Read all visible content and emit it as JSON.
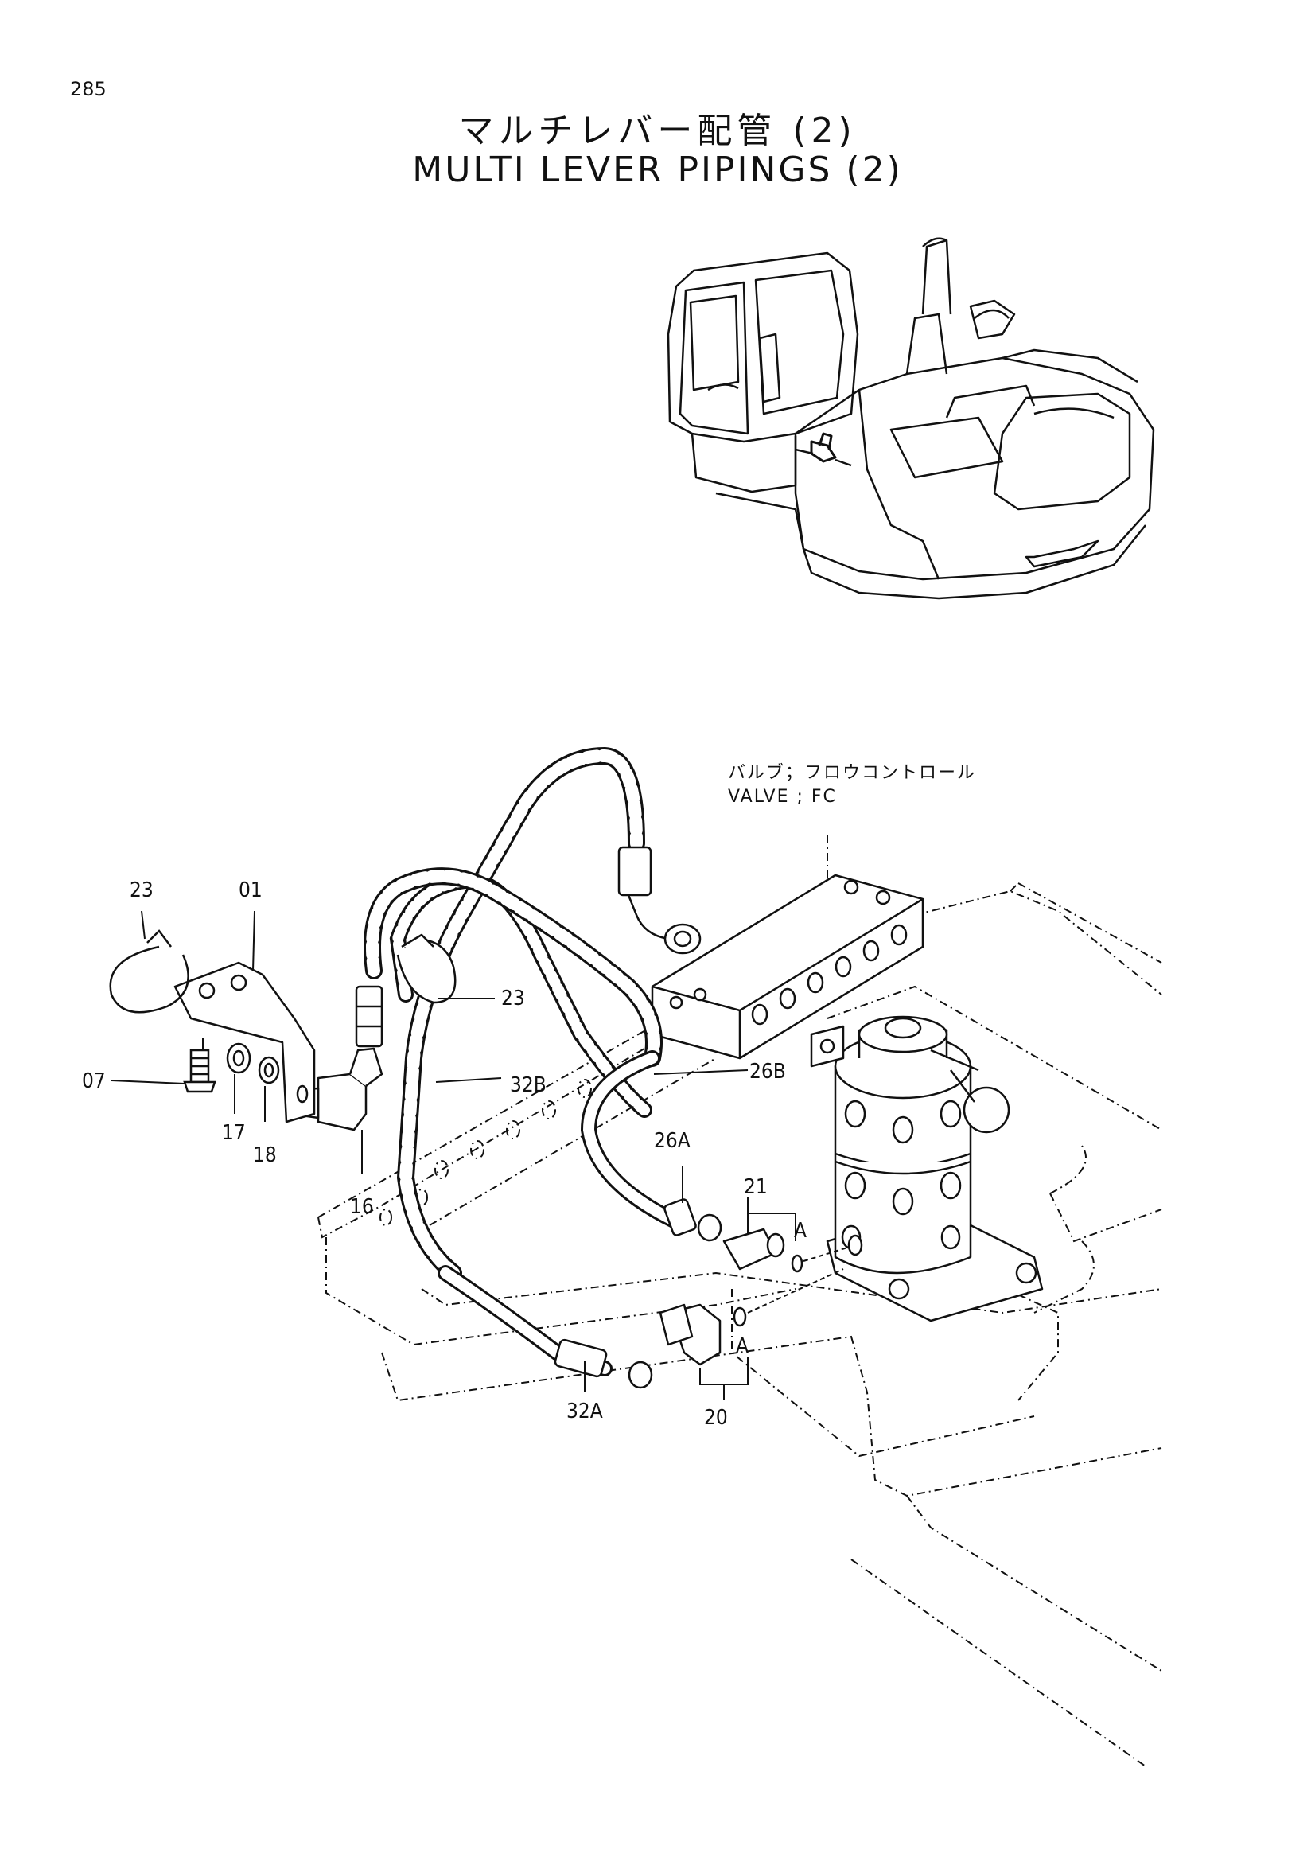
{
  "page": {
    "number": "285",
    "title_jp": "マルチレバー配管 (2)",
    "title_en": "MULTI LEVER PIPINGS (2)"
  },
  "callouts": {
    "valve_jp": "バルブ；フロウコントロール",
    "valve_en": "VALVE ; FC",
    "p01": "01",
    "p07": "07",
    "p16": "16",
    "p17": "17",
    "p18": "18",
    "p20": "20",
    "p21": "21",
    "p23a": "23",
    "p23b": "23",
    "p26a": "26A",
    "p26b": "26B",
    "p32a": "32A",
    "p32b": "32B",
    "a1": "A",
    "a2": "A"
  }
}
